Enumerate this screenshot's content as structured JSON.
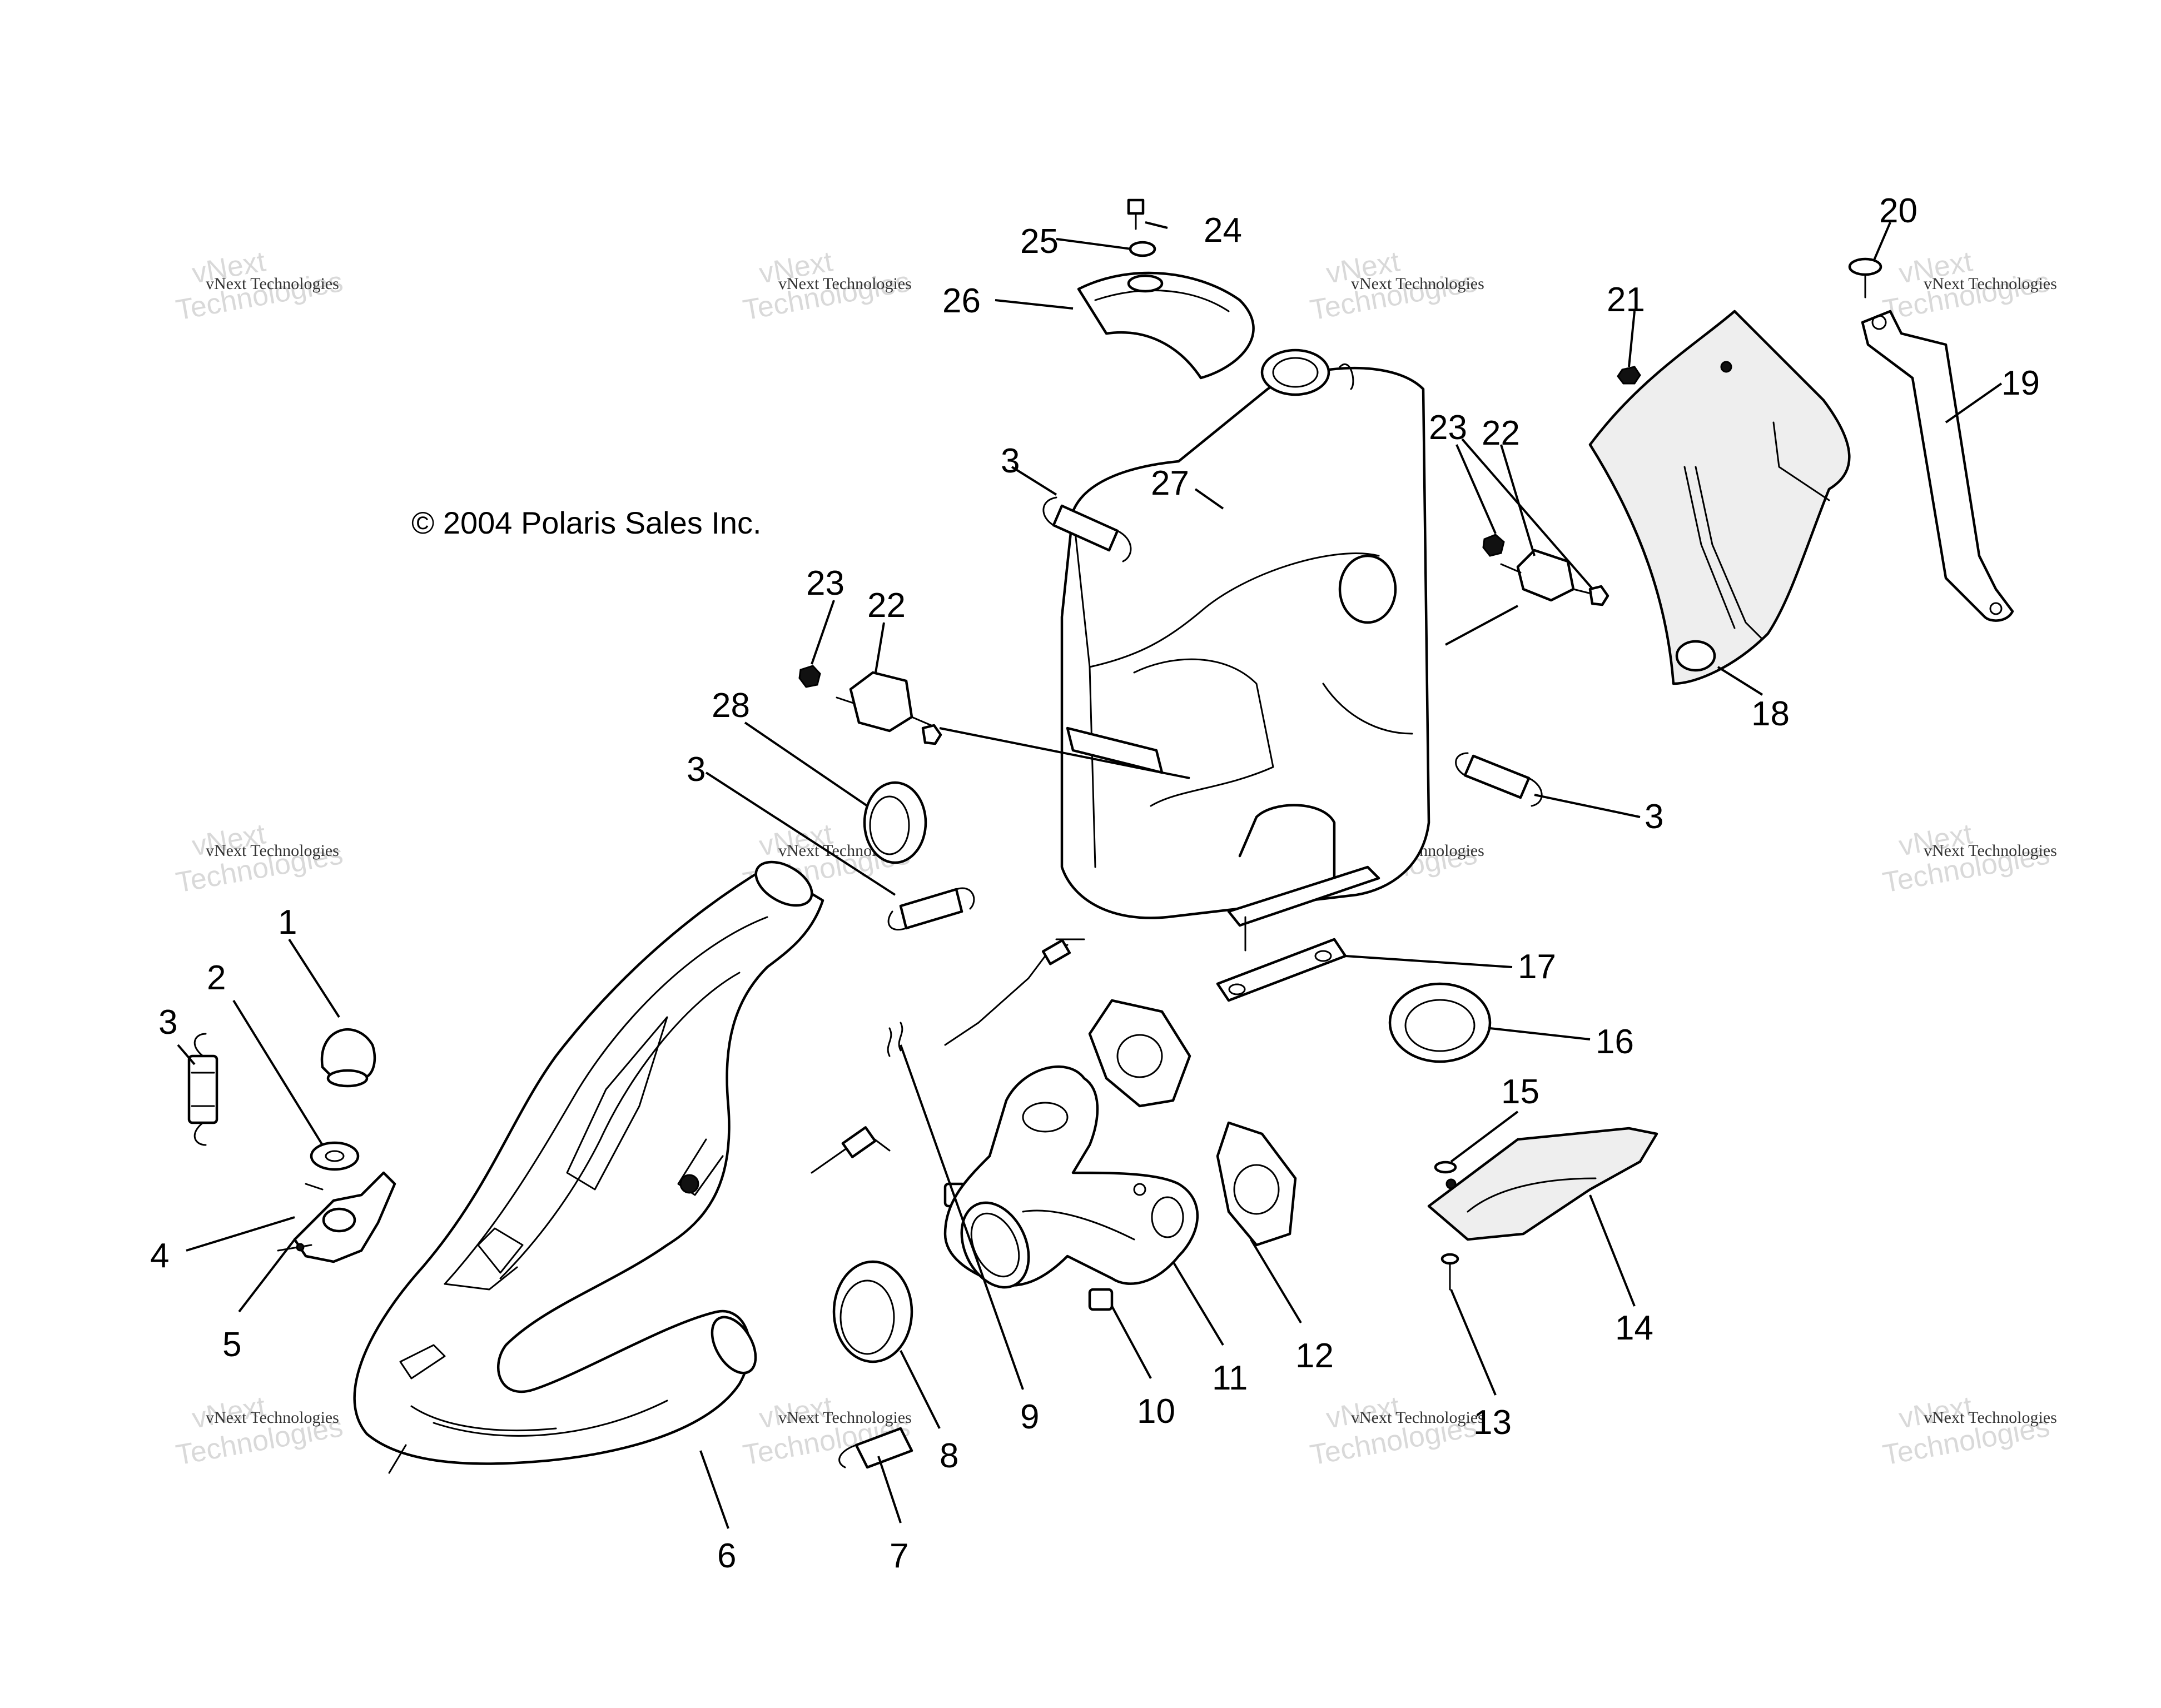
{
  "copyright": "© 2004 Polaris Sales Inc.",
  "watermark": {
    "line_a": "vNext Technologies",
    "brand_stamp": "vNext Technologies"
  },
  "callouts": {
    "c1": "1",
    "c2": "2",
    "c3a": "3",
    "c3b": "3",
    "c3c": "3",
    "c3d": "3",
    "c4": "4",
    "c5": "5",
    "c6": "6",
    "c7": "7",
    "c8": "8",
    "c9": "9",
    "c10": "10",
    "c11": "11",
    "c12": "12",
    "c13": "13",
    "c14": "14",
    "c15": "15",
    "c16": "16",
    "c17": "17",
    "c18": "18",
    "c19": "19",
    "c20": "20",
    "c21": "21",
    "c22a": "22",
    "c22b": "22",
    "c23a": "23",
    "c23b": "23",
    "c24": "24",
    "c25": "25",
    "c26": "26",
    "c27": "27",
    "c28": "28"
  }
}
